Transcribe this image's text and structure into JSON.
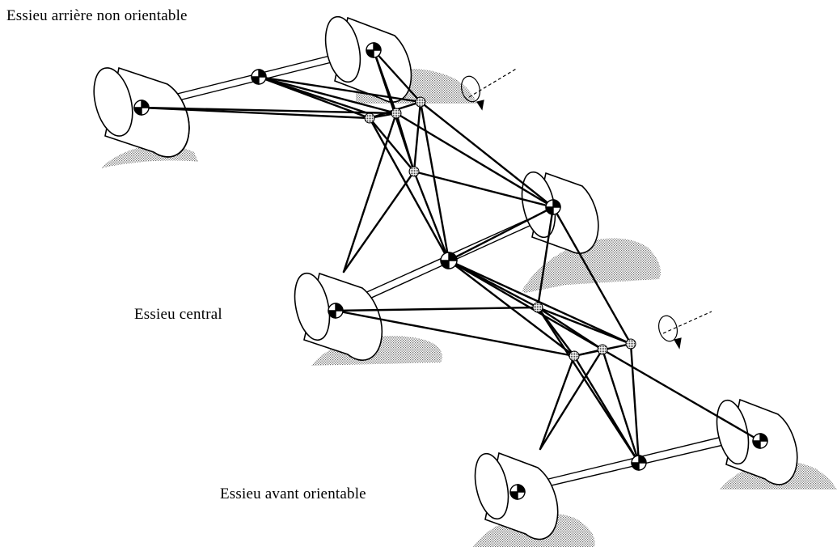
{
  "labels": {
    "rear_axle": "Essieu arrière non orientable",
    "central_axle": "Essieu central",
    "front_axle": "Essieu avant orientable"
  },
  "colors": {
    "stroke": "#000000",
    "ground": "#9a9a9a",
    "background": "#ffffff"
  },
  "icons": {
    "wheel": "wheel-cylinder-icon",
    "joint": "spherical-joint-icon",
    "rotation": "rotation-axis-icon"
  }
}
